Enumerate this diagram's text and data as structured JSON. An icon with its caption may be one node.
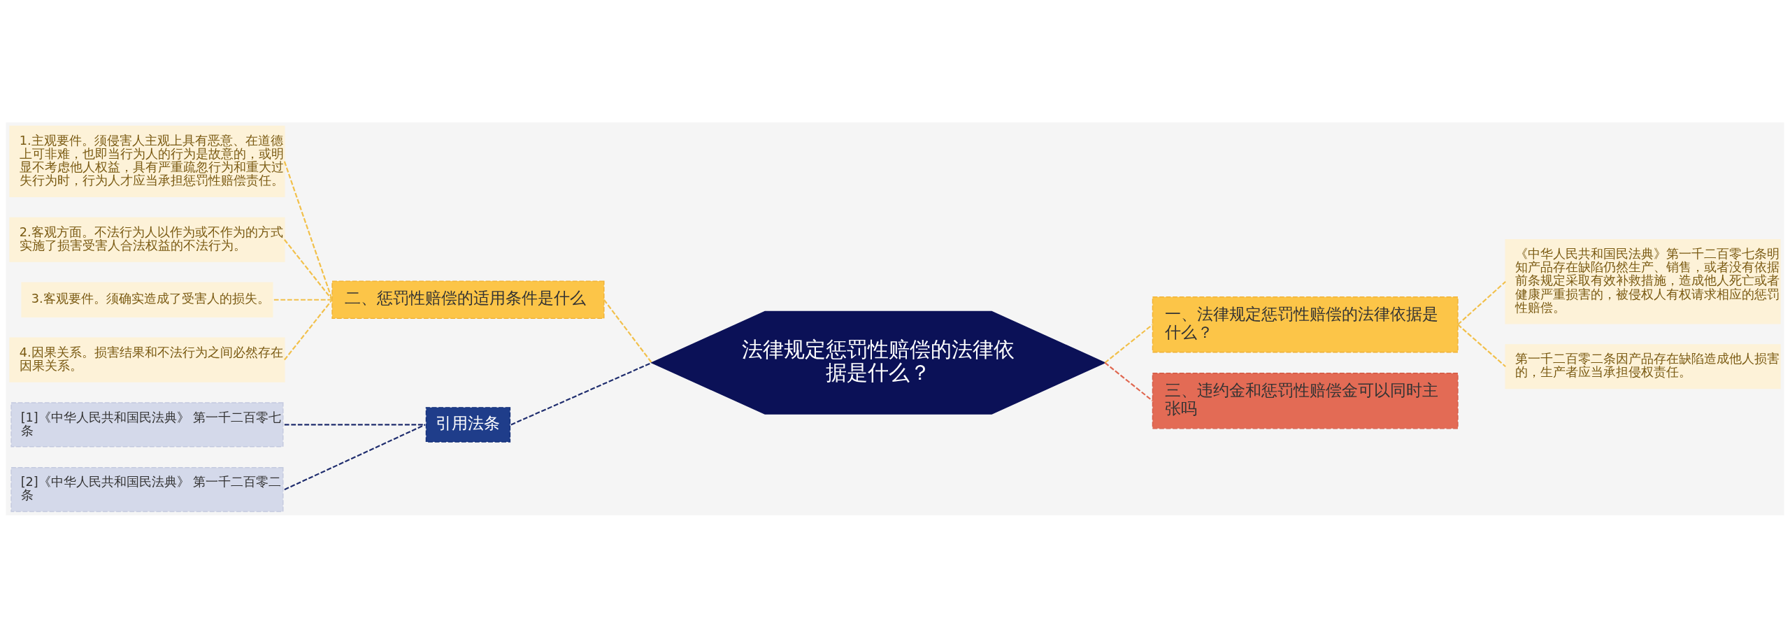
{
  "diagram": {
    "nodes": [
      {
        "text": [
          "法律规定惩罚性赔偿的法律依据是什么？"
        ]
      },
      {
        "text": [
          "一、法律规定惩罚性赔偿的法律依据是什么？"
        ]
      },
      {
        "text": [
          "《中华人民共和国民法典》第一千二百零七条明知产品存在缺陷仍然生产、销售，或者没有依据前条规定采取有效补救措施，造成他人死亡或者健康严重损害的，被侵权人有权请求相应的惩罚性赔偿。"
        ]
      },
      {
        "text": [
          "第一千二百零二条因产品存在缺陷造成他人损害的，生产者应当承担侵权责任。"
        ]
      },
      {
        "text": [
          "二、惩罚性赔偿的适用条件是什么"
        ]
      },
      {
        "text": [
          "1.主观要件。须侵害人主观上具有恶意、在道德上可非难，也即当行为人的行为是故意的，或明显不考虑他人权益，具有严重疏忽行为和重大过失行为时，行为人才应当承担惩罚性赔偿责任。"
        ]
      },
      {
        "text": [
          "2.客观方面。不法行为人以作为或不作为的方式实施了损害受害人合法权益的不法行为。"
        ]
      },
      {
        "text": [
          "3.客观要件。须确实造成了受害人的损失。"
        ]
      },
      {
        "text": [
          "4.因果关系。损害结果和不法行为之间必然存在因果关系。"
        ]
      },
      {
        "text": [
          "三、违约金和惩罚性赔偿金可以同时主张吗"
        ]
      },
      {
        "text": [
          "引用法条"
        ]
      },
      {
        "text": [
          "[1]《中华人民共和国民法典》 第一千二百零七条"
        ]
      },
      {
        "text": [
          "[2]《中华人民共和国民法典》 第一千二百零二条"
        ]
      }
    ],
    "edges": [
      {
        "from": 0,
        "to": 1,
        "arrow": "none",
        "style": "dashed"
      },
      {
        "from": 1,
        "to": 2,
        "arrow": "none",
        "style": "dashed"
      },
      {
        "from": 1,
        "to": 3,
        "arrow": "none",
        "style": "dashed"
      },
      {
        "from": 4,
        "to": 0,
        "arrow": "none",
        "style": "dashed"
      },
      {
        "from": 5,
        "to": 4,
        "arrow": "none",
        "style": "dashed"
      },
      {
        "from": 6,
        "to": 4,
        "arrow": "none",
        "style": "dashed"
      },
      {
        "from": 7,
        "to": 4,
        "arrow": "none",
        "style": "dashed"
      },
      {
        "from": 8,
        "to": 4,
        "arrow": "none",
        "style": "dashed"
      },
      {
        "from": 0,
        "to": 9,
        "arrow": "none",
        "style": "dashed",
        "color": "#e0674f"
      },
      {
        "from": 10,
        "to": 0,
        "arrow": "none",
        "style": "dashed",
        "color": "#1f2d6e"
      },
      {
        "from": 11,
        "to": 10,
        "arrow": "none",
        "style": "dashed",
        "color": "#1f2d6e"
      },
      {
        "from": 12,
        "to": 10,
        "arrow": "none",
        "style": "dashed",
        "color": "#1f2d6e"
      }
    ]
  }
}
